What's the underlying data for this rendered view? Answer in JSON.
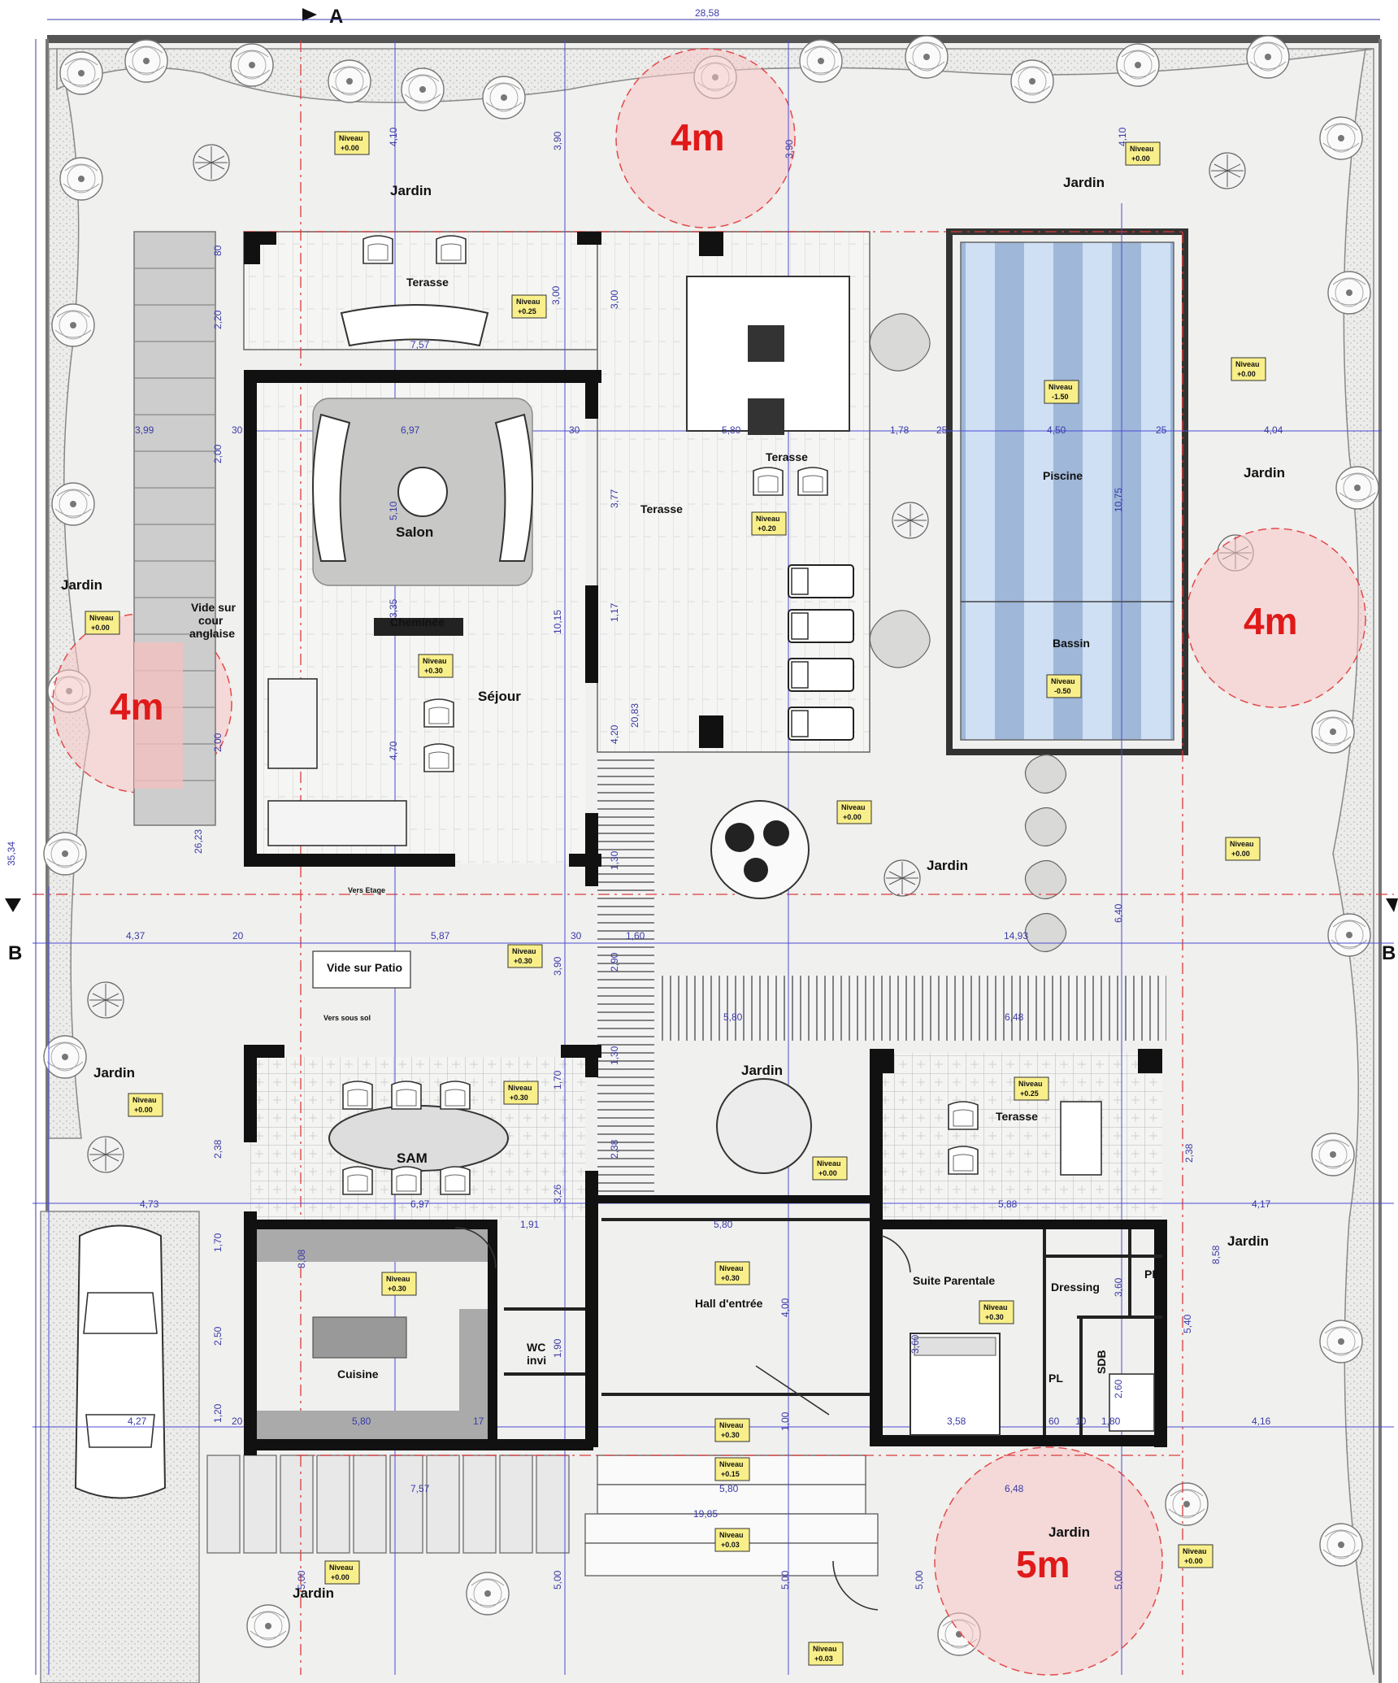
{
  "section_marks": {
    "a": "A",
    "b": "B"
  },
  "total_width": "28,58",
  "total_height": "35,34",
  "rooms": {
    "jardin": "Jardin",
    "terasse": "Terasse",
    "salon": "Salon",
    "sejour": "Séjour",
    "cheminee": "Cheminée",
    "vide_cour": [
      "Vide sur",
      "cour",
      "anglaise"
    ],
    "piscine": "Piscine",
    "bassin": "Bassin",
    "vide_patio": "Vide sur Patio",
    "vers_etage": "Vers Etage",
    "vers_sous_sol": "Vers sous sol",
    "sam": "SAM",
    "cuisine": "Cuisine",
    "wc_invi": [
      "WC",
      "invi"
    ],
    "hall": "Hall d'entrée",
    "suite": "Suite Parentale",
    "dressing": "Dressing",
    "sdb": "SDB",
    "pl": "PL"
  },
  "niveaux": {
    "label": "Niveau",
    "v000": "+0.00",
    "v025": "+0.25",
    "v030": "+0.30",
    "v020": "+0.20",
    "vm150": "-1.50",
    "vm050": "-0.50",
    "v015": "+0.15",
    "v003": "+0.03"
  },
  "radii": {
    "r4": "4m",
    "r5": "5m"
  },
  "dimensions": {
    "d399": "3,99",
    "d30": "30",
    "d697": "6,97",
    "d580": "5,80",
    "d178": "1,78",
    "d25": "25",
    "d450": "4,50",
    "d404": "4,04",
    "d437": "4,37",
    "d20": "20",
    "d587": "5,87",
    "d160": "1,60",
    "d1493": "14,93",
    "d648": "6,48",
    "d473": "4,73",
    "d191": "1,91",
    "d588": "5,88",
    "d417": "4,17",
    "d427": "4,27",
    "d17": "17",
    "d358": "3,58",
    "d60": "60",
    "d10": "10",
    "d180": "1,80",
    "d416": "4,16",
    "d757": "7,57",
    "d1985": "19,85",
    "d410": "4,10",
    "d390": "3,90",
    "d300": "3,00",
    "d80": "80",
    "d220": "2,20",
    "d200": "2,00",
    "d510": "5,10",
    "d377": "3,77",
    "d117": "1,17",
    "d420": "4,20",
    "d2083": "20,83",
    "d1015": "10,15",
    "d1075": "10,75",
    "d2623": "26,23",
    "d130": "1,30",
    "d290": "2,90",
    "d170": "1,70",
    "d238": "2,38",
    "d326": "3,26",
    "d808": "8,08",
    "d250": "2,50",
    "d120": "1,20",
    "d400": "4,00",
    "d100": "1,00",
    "d190": "1,90",
    "d360": "3,60",
    "d260": "2,60",
    "d540": "5,40",
    "d858": "8,58",
    "d500": "5,00",
    "d640": "6,40",
    "d470": "4,70",
    "d335": "3,35"
  }
}
